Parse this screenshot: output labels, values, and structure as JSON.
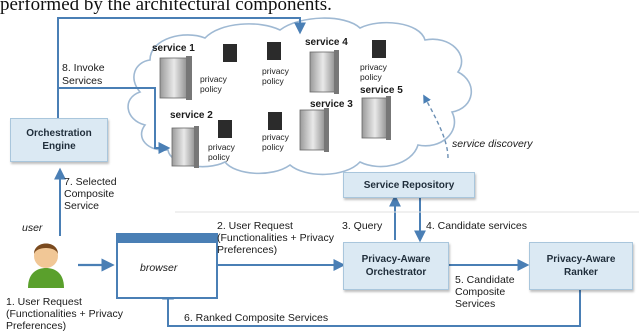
{
  "caption": "performed by the architectural components.",
  "boxes": {
    "orchestration_engine": "Orchestration Engine",
    "service_repository": "Service Repository",
    "orchestrator": "Privacy-Aware Orchestrator",
    "ranker": "Privacy-Aware Ranker"
  },
  "services": [
    "service 1",
    "service 2",
    "service 3",
    "service 4",
    "service 5"
  ],
  "privacy_policy": "privacy policy",
  "service_discovery": "service discovery",
  "user_label": "user",
  "browser_label": "browser",
  "labels": {
    "invoke": "8. Invoke Services",
    "selected": "7. Selected Composite Service",
    "user_request_1": "1. User Request (Functionalities + Privacy Preferences)",
    "user_request_2": "2. User Request (Functionalities + Privacy Preferences)",
    "query": "3. Query",
    "candidates": "4. Candidate services",
    "candidate_composite": "5. Candidate Composite Services",
    "ranked": "6. Ranked Composite Services"
  }
}
